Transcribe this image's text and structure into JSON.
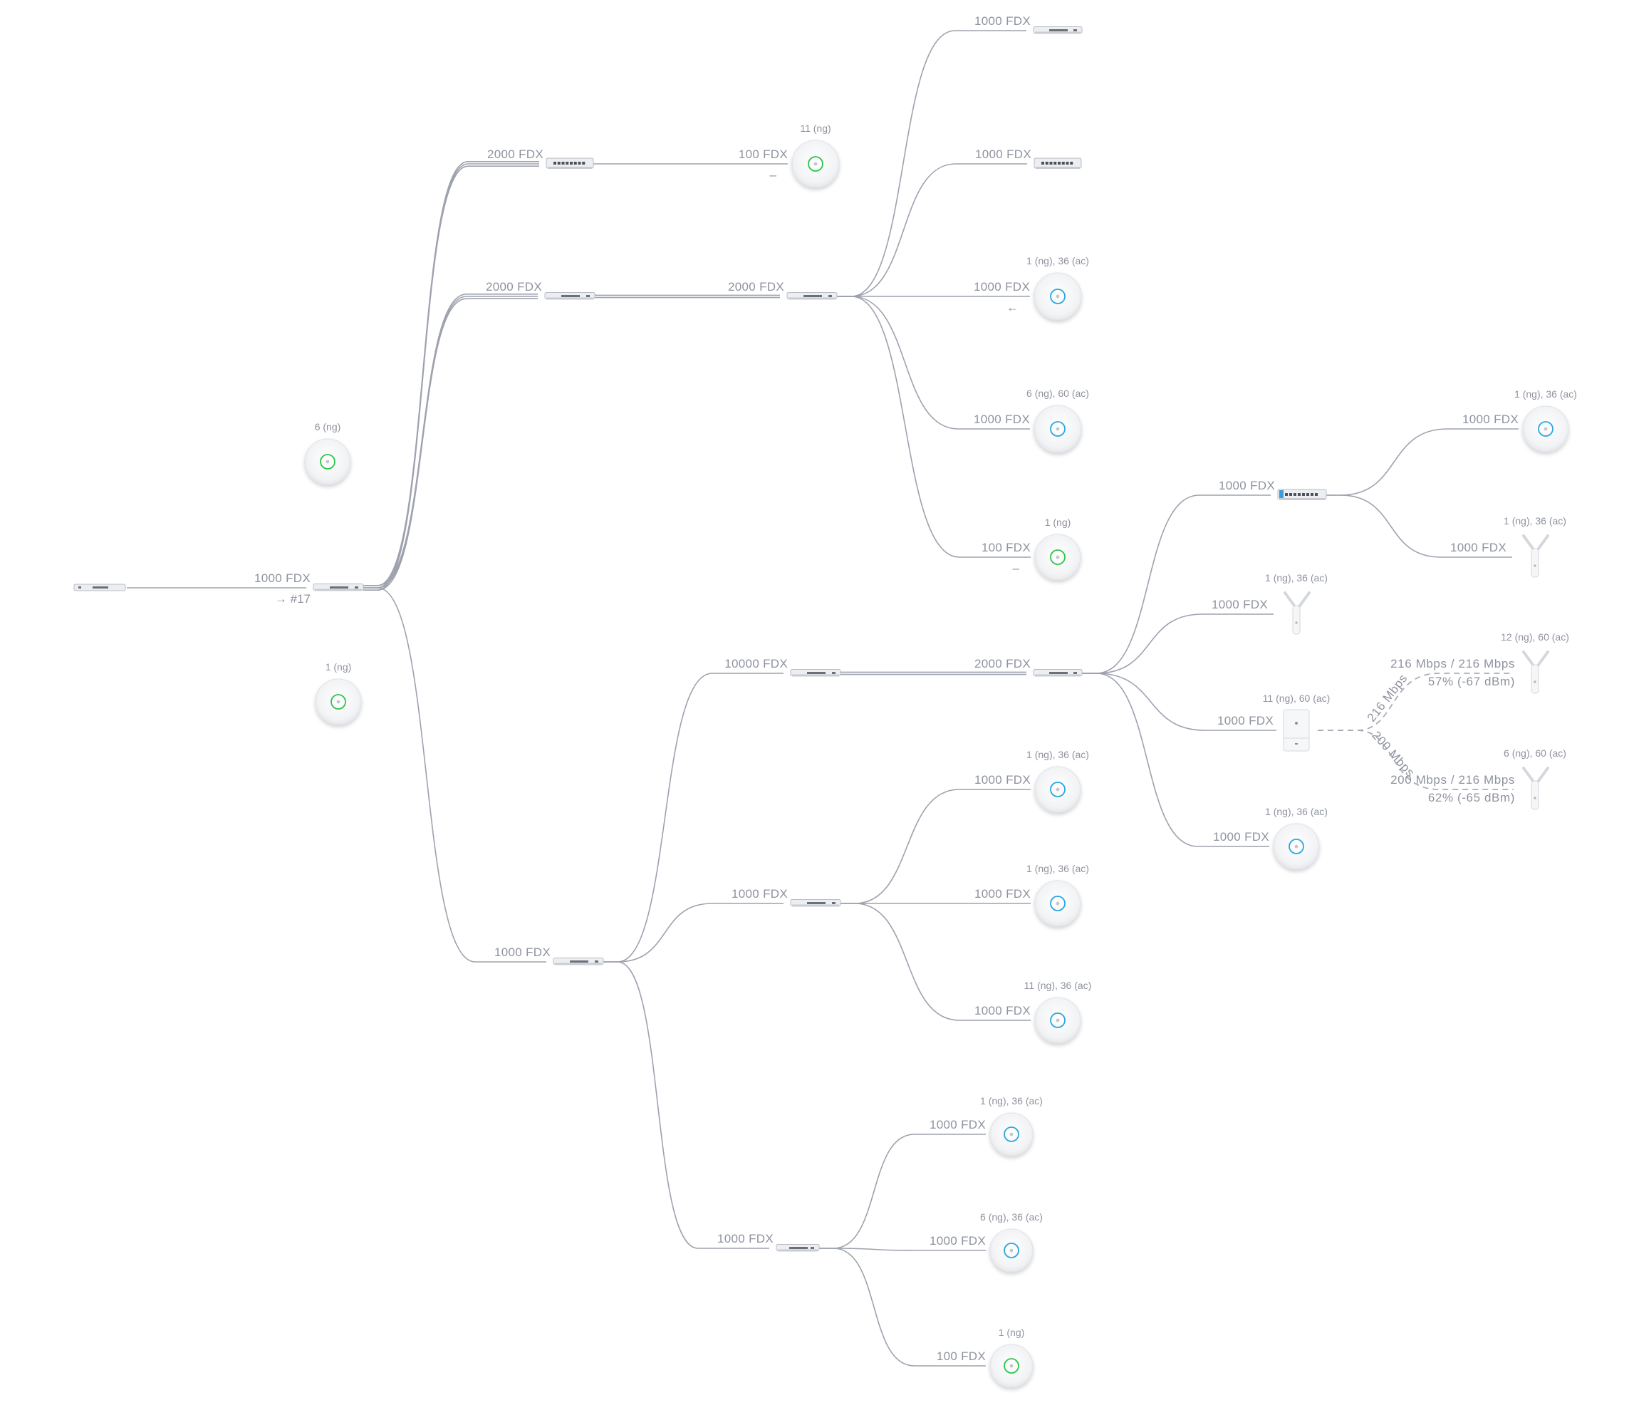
{
  "colors": {
    "ring_ng": "#2ec44a",
    "ring_ac": "#2aa7df",
    "link": "#a8abb6",
    "label": "#8f939f"
  },
  "devices": {
    "gw": {
      "type": "gateway-icon"
    },
    "core": {
      "type": "switch-icon",
      "speed": "1000  FDX",
      "note": "→  #17"
    },
    "sw_a": {
      "type": "switch-icon",
      "speed": "2000  FDX"
    },
    "ap_a1": {
      "type": "access-point-icon",
      "speed": "100  FDX",
      "channels": "11 (ng)",
      "ring": "ng",
      "note": "–"
    },
    "sw_b": {
      "type": "switch-icon",
      "speed": "2000  FDX"
    },
    "sw_b2": {
      "type": "switch-icon",
      "speed": "2000  FDX"
    },
    "sw_b2_1": {
      "type": "switch-icon",
      "speed": "1000  FDX"
    },
    "sw_b2_2": {
      "type": "switch-icon",
      "speed": "1000  FDX"
    },
    "ap_b2_3": {
      "type": "access-point-icon",
      "speed": "1000  FDX",
      "channels": "1 (ng), 36 (ac)",
      "ring": "ac",
      "note": "←"
    },
    "ap_b2_4": {
      "type": "access-point-icon",
      "speed": "1000  FDX",
      "channels": "6 (ng), 60 (ac)",
      "ring": "ac"
    },
    "ap_b2_5": {
      "type": "access-point-icon",
      "speed": "100  FDX",
      "channels": "1 (ng)",
      "ring": "ng",
      "note": "–"
    },
    "ap_float1": {
      "type": "access-point-icon",
      "channels": "6 (ng)",
      "ring": "ng"
    },
    "ap_float2": {
      "type": "access-point-icon",
      "channels": "1 (ng)",
      "ring": "ng"
    },
    "sw_c": {
      "type": "switch-icon",
      "speed": "1000  FDX"
    },
    "sw_c1": {
      "type": "switch-icon",
      "speed": "10000  FDX"
    },
    "sw_c1a": {
      "type": "switch-icon",
      "speed": "2000  FDX"
    },
    "sw_c1a1": {
      "type": "switch-icon",
      "speed": "1000  FDX"
    },
    "ap_c1a1a": {
      "type": "access-point-icon",
      "speed": "1000  FDX",
      "channels": "1 (ng), 36 (ac)",
      "ring": "ac"
    },
    "ant_c1a1b": {
      "type": "antenna-icon",
      "speed": "1000  FDX",
      "channels": "1 (ng), 36 (ac)"
    },
    "ant_c1a2": {
      "type": "antenna-icon",
      "speed": "1000  FDX",
      "channels": "1 (ng), 36 (ac)"
    },
    "mesh_c1a3": {
      "type": "wall-unit-icon",
      "speed": "1000  FDX",
      "channels": "11 (ng), 60 (ac)"
    },
    "ant_m1": {
      "type": "antenna-icon",
      "channels": "12 (ng), 60 (ac)",
      "mesh_rate": "216  Mbps  /  216  Mbps",
      "mesh_signal": "57%  (-67  dBm)",
      "mesh_tx": "216  Mbps"
    },
    "ant_m2": {
      "type": "antenna-icon",
      "channels": "6 (ng), 60 (ac)",
      "mesh_rate": "200  Mbps  /  216  Mbps",
      "mesh_signal": "62%  (-65  dBm)",
      "mesh_tx": "200  Mbps"
    },
    "ap_c1a4": {
      "type": "access-point-icon",
      "speed": "1000  FDX",
      "channels": "1 (ng), 36 (ac)",
      "ring": "ac"
    },
    "sw_c2": {
      "type": "switch-icon",
      "speed": "1000  FDX"
    },
    "ap_c2a": {
      "type": "access-point-icon",
      "speed": "1000  FDX",
      "channels": "1 (ng), 36 (ac)",
      "ring": "ac"
    },
    "ap_c2b": {
      "type": "access-point-icon",
      "speed": "1000  FDX",
      "channels": "1 (ng), 36 (ac)",
      "ring": "ac"
    },
    "ap_c2c": {
      "type": "access-point-icon",
      "speed": "1000  FDX",
      "channels": "11 (ng), 36 (ac)",
      "ring": "ac"
    },
    "sw_c3": {
      "type": "switch-icon",
      "speed": "1000  FDX"
    },
    "ap_c3a": {
      "type": "access-point-icon",
      "speed": "1000  FDX",
      "channels": "1 (ng), 36 (ac)",
      "ring": "ac"
    },
    "ap_c3b": {
      "type": "access-point-icon",
      "speed": "1000  FDX",
      "channels": "6 (ng), 36 (ac)",
      "ring": "ac"
    },
    "ap_c3c": {
      "type": "access-point-icon",
      "speed": "100  FDX",
      "channels": "1 (ng)",
      "ring": "ng"
    }
  }
}
